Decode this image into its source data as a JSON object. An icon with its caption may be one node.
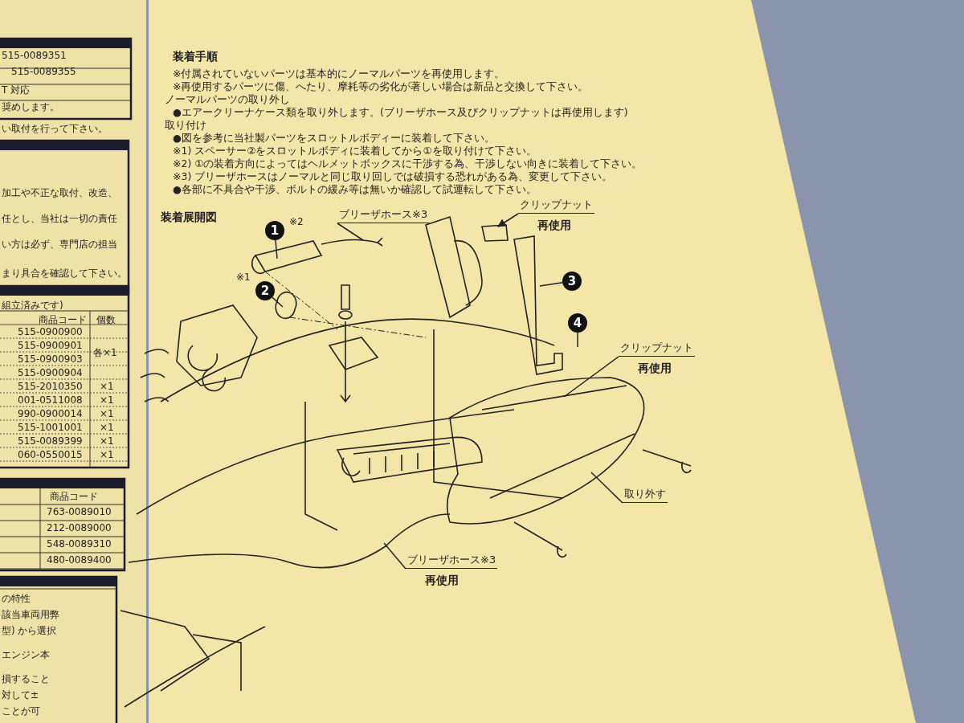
{
  "diagram": {
    "nodes": [
      {
        "text": [
          "1"
        ],
        "beside": [
          "※2"
        ]
      },
      {
        "text": [
          "2"
        ],
        "beside": [
          "※1"
        ]
      },
      {
        "text": [
          "3"
        ]
      },
      {
        "text": [
          "4"
        ]
      },
      {
        "text": [
          "ブリーザホース※3"
        ]
      },
      {
        "text": [
          "クリップナット",
          "再使用"
        ]
      },
      {
        "text": [
          "クリップナット",
          "再使用"
        ]
      },
      {
        "text": [
          "取り外す"
        ]
      },
      {
        "text": [
          "ブリーザホース※3",
          "再使用"
        ]
      }
    ],
    "edges": [
      {
        "from": 0,
        "to": null,
        "arrow": "none"
      },
      {
        "from": 1,
        "to": null,
        "arrow": "none"
      },
      {
        "from": 2,
        "to": null,
        "arrow": "none"
      },
      {
        "from": 3,
        "to": null,
        "arrow": "none"
      },
      {
        "from": 4,
        "to": null,
        "arrow": "none"
      },
      {
        "from": 5,
        "to": null,
        "arrow": "to"
      },
      {
        "from": 6,
        "to": null,
        "arrow": "none"
      },
      {
        "from": 7,
        "to": null,
        "arrow": "none"
      },
      {
        "from": 8,
        "to": null,
        "arrow": "none"
      }
    ],
    "labels": [
      "515-0089351",
      "515-0089355",
      "T 対応",
      "奨めします。",
      "い取付を行って下さい。",
      "加工や不正な取付、改造、",
      "任とし、当社は一切の責任",
      "い方は必ず、専門店の担当",
      "まり具合を確認して下さい。",
      "組立済みです)",
      "商品コード",
      "個数",
      "515-0900900",
      "各×1",
      "515-0900901",
      "515-0900903",
      "515-0900904",
      "515-2010350",
      "×1",
      "001-0511008",
      "×1",
      "990-0900014",
      "×1",
      "515-1001001",
      "×1",
      "515-0089399",
      "×1",
      "060-0550015",
      "×1",
      "商品コード",
      "763-0089010",
      "212-0089000",
      "548-0089310",
      "480-0089400",
      "の特性",
      "該当車両用弊",
      "型) から選択",
      "エンジン本",
      "損すること",
      "対して±",
      "ことが可",
      "装着手順",
      "※付属されていないパーツは基本的にノーマルパーツを再使用します。",
      "※再使用するパーツに傷、へたり、摩耗等の劣化が著しい場合は新品と交換して下さい。",
      "ノーマルパーツの取り外し",
      "●エアークリーナケース類を取り外します。(ブリーザホース及びクリップナットは再使用します)",
      "取り付け",
      "●図を参考に当社製パーツをスロットルボディーに装着して下さい。",
      "※1) スペーサー②をスロットルボディに装着してから①を取り付けて下さい。",
      "※2) ①の装着方向によってはヘルメットボックスに干渉する為、干渉しない向きに装着して下さい。",
      "※3) ブリーザホースはノーマルと同じ取り回しでは破損する恐れがある為、変更して下さい。",
      "●各部に不具合や干渉、ボルトの緩み等は無いか確認して試運転して下さい。",
      "装着展開図"
    ]
  }
}
